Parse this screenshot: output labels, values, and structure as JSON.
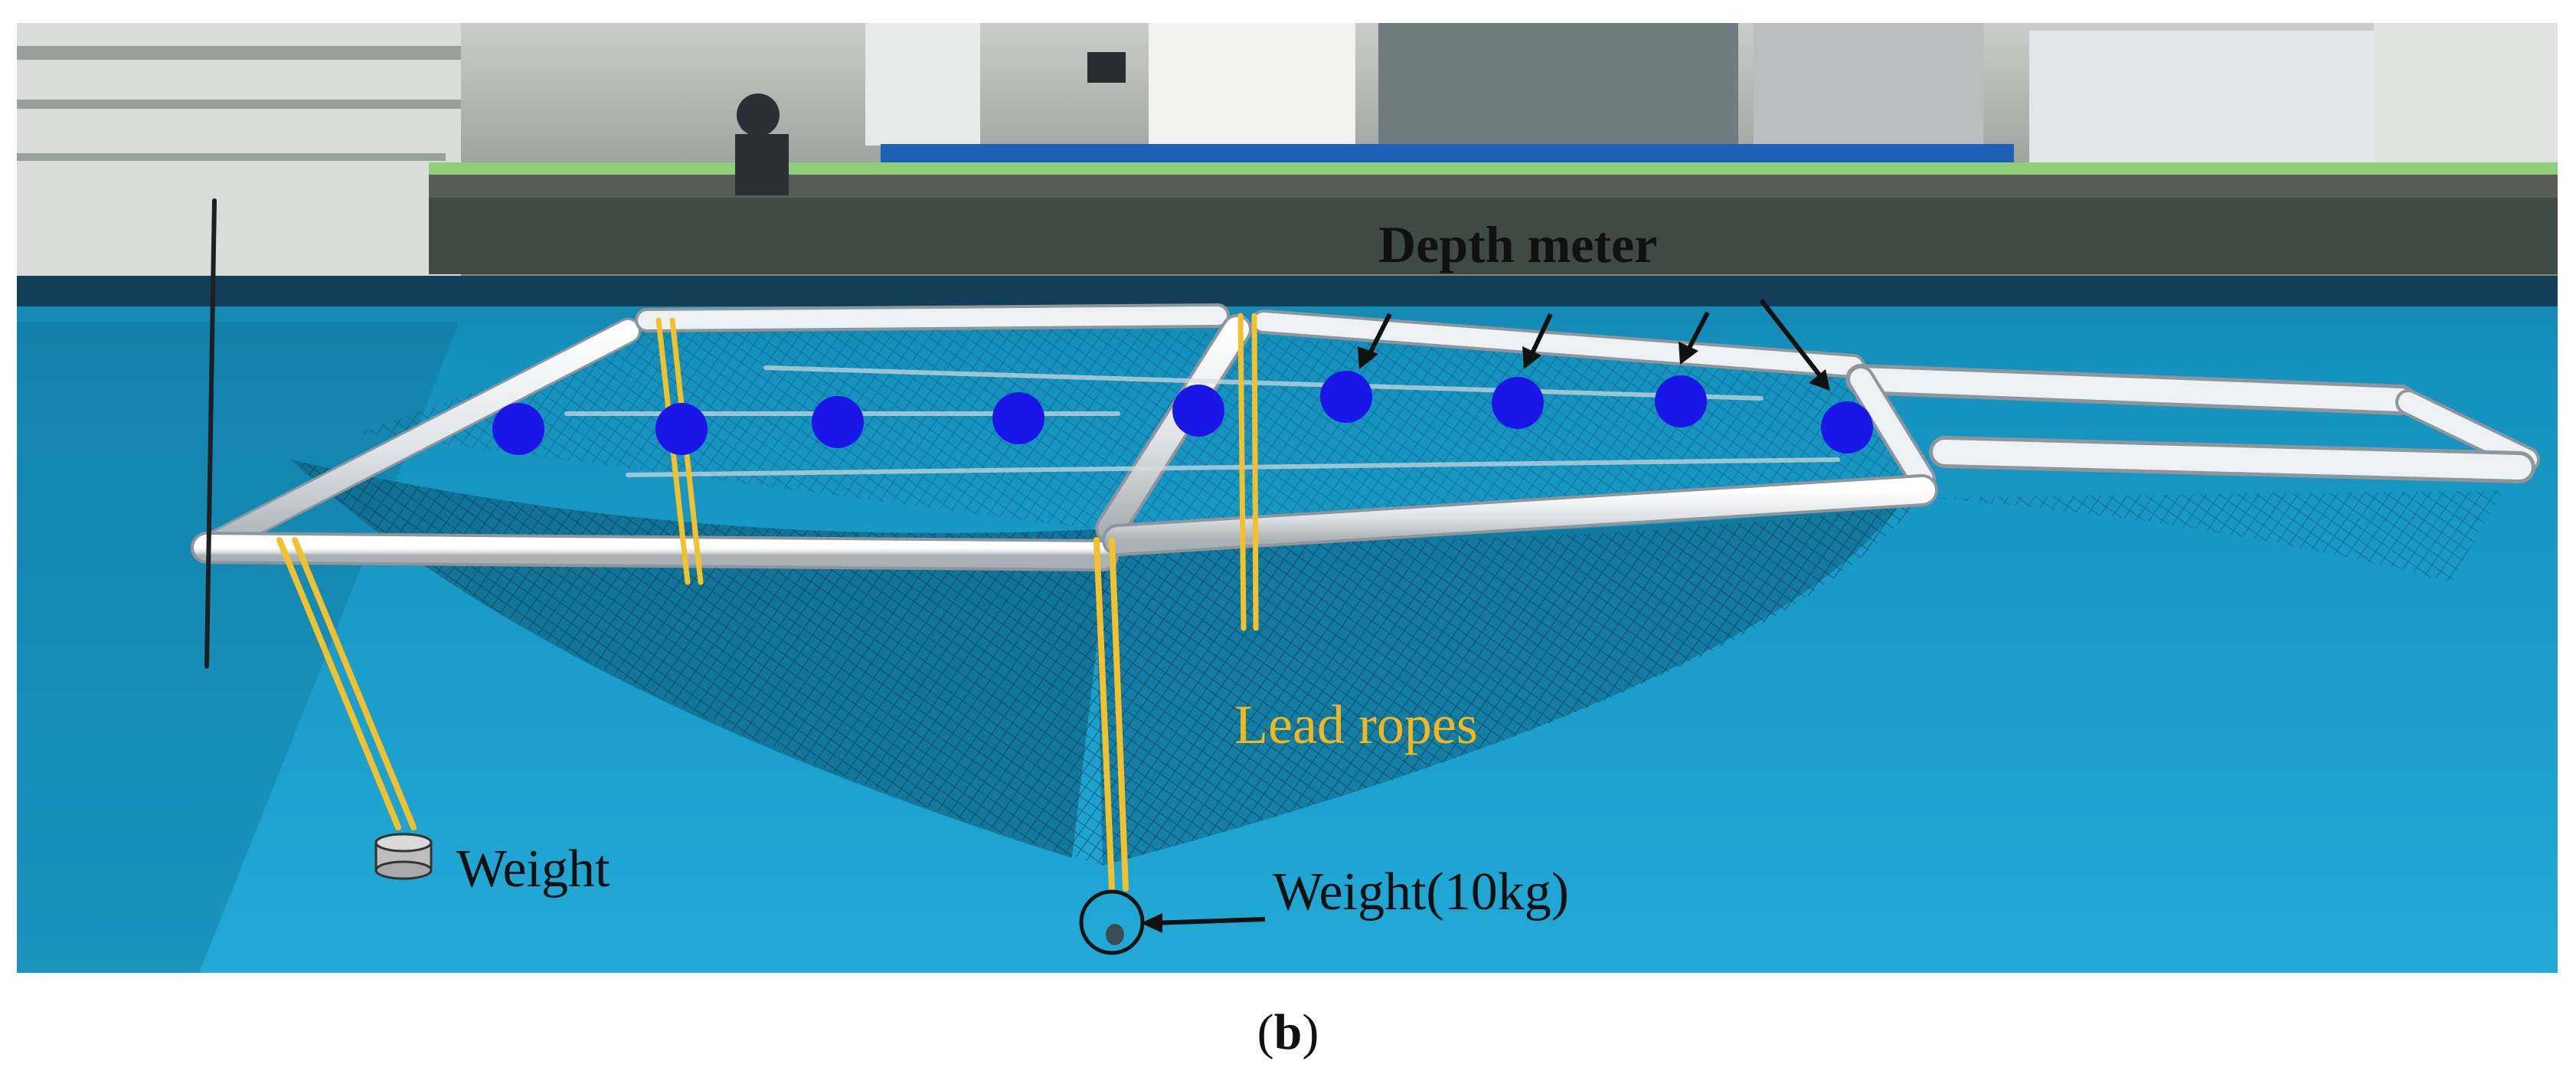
{
  "colors": {
    "water": "#1aa3cf",
    "water_deep": "#0b6e95",
    "float_pipe": "#e6eaed",
    "lead_rope": "#f2c12e",
    "marker": "#1a16e8",
    "label_lead": "#f0b81e"
  },
  "labels": {
    "depth_meter": "Depth meter",
    "lead_ropes": "Lead ropes",
    "weight": "Weight",
    "weight_10kg": "Weight(10kg)"
  },
  "caption": {
    "paren_open": "(",
    "letter": "b",
    "paren_close": ")"
  },
  "icons": {
    "marker": "circle-marker-icon",
    "weight": "cylinder-weight-icon",
    "weight_10kg": "ring-weight-icon",
    "arrow": "arrow-icon"
  }
}
